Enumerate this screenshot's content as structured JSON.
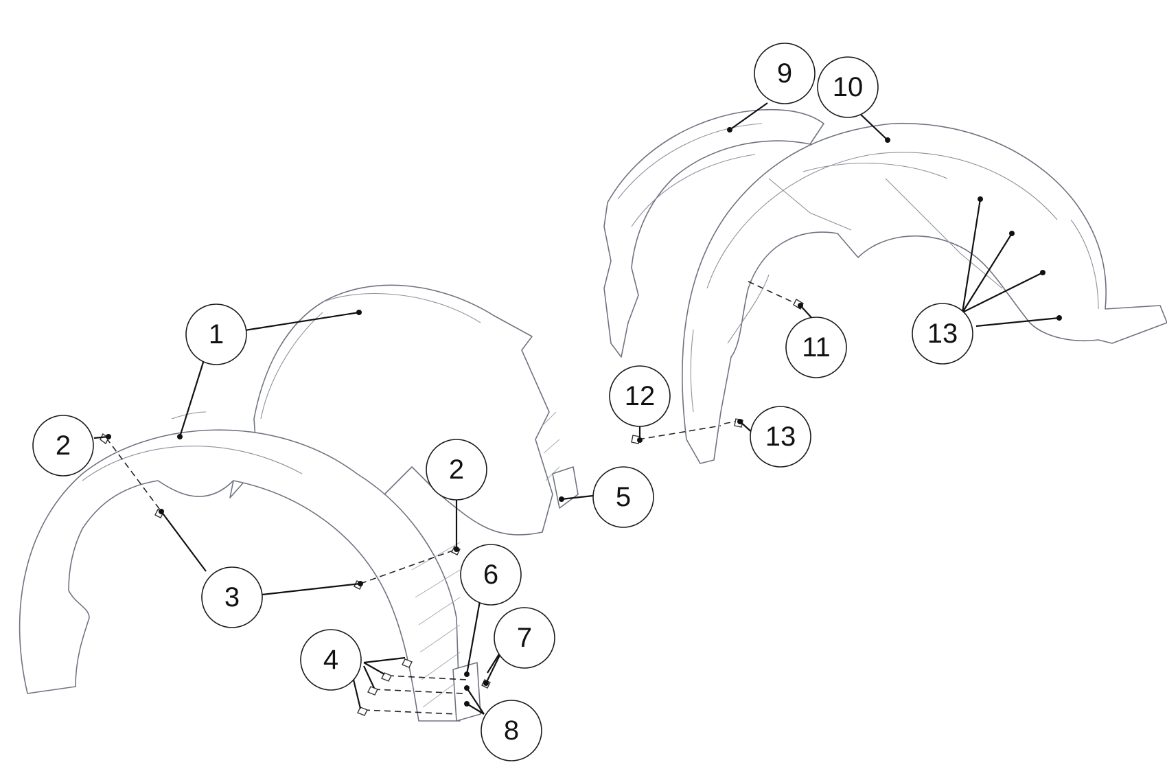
{
  "callouts": [
    {
      "id": "c1",
      "label": "1"
    },
    {
      "id": "c2a",
      "label": "2"
    },
    {
      "id": "c2b",
      "label": "2"
    },
    {
      "id": "c3",
      "label": "3"
    },
    {
      "id": "c4",
      "label": "4"
    },
    {
      "id": "c5",
      "label": "5"
    },
    {
      "id": "c6",
      "label": "6"
    },
    {
      "id": "c7",
      "label": "7"
    },
    {
      "id": "c8",
      "label": "8"
    },
    {
      "id": "c9",
      "label": "9"
    },
    {
      "id": "c10",
      "label": "10"
    },
    {
      "id": "c11",
      "label": "11"
    },
    {
      "id": "c12",
      "label": "12"
    },
    {
      "id": "c13a",
      "label": "13"
    },
    {
      "id": "c13b",
      "label": "13"
    }
  ],
  "colors": {
    "line": "#111111",
    "part_outline": "#6f7380"
  }
}
